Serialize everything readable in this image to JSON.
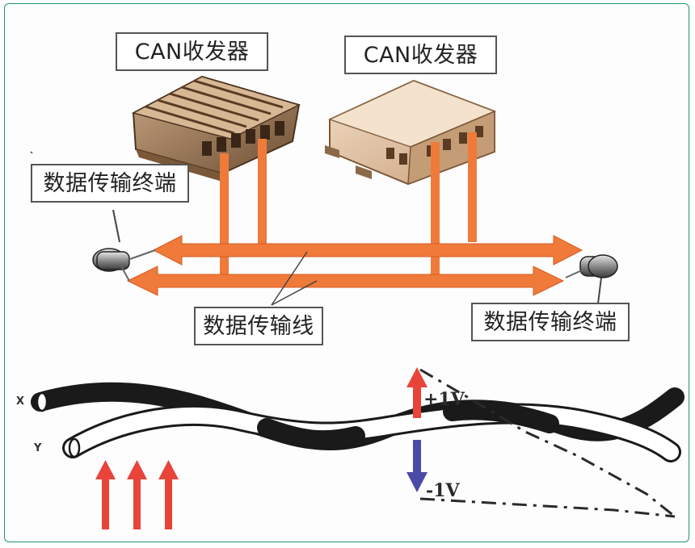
{
  "labels": {
    "transceiver_left": "CAN收发器",
    "transceiver_right": "CAN收发器",
    "terminal_left": "数据传输终端",
    "terminal_right": "数据传输终端",
    "bus_line": "数据传输线"
  },
  "signal": {
    "wire_x": "X",
    "wire_y": "Y",
    "plus_voltage": "+1V",
    "minus_voltage": "-1V"
  },
  "colors": {
    "bus_arrow": "#f07a3a",
    "up_arrow": "#e8443a",
    "down_arrow": "#4a4aa8",
    "frame": "#1f9a6a"
  }
}
